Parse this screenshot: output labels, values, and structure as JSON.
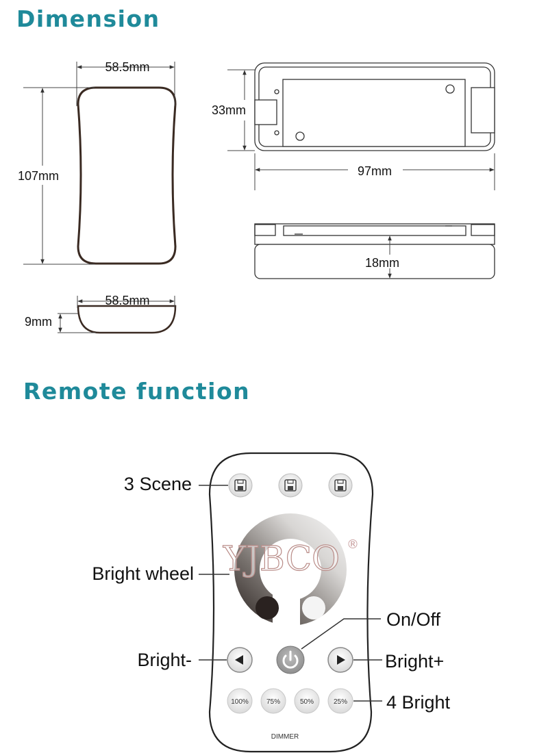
{
  "headings": {
    "dimension": "Dimension",
    "remote_function": "Remote function"
  },
  "dimensions": {
    "remote_width": "58.5mm",
    "remote_height": "107mm",
    "remote_side_width": "58.5mm",
    "remote_thickness": "9mm",
    "receiver_height": "33mm",
    "receiver_length": "97mm",
    "receiver_depth": "18mm"
  },
  "remote": {
    "brand": "YJBCO",
    "registered": "®",
    "model_label": "DIMMER",
    "bright_buttons": [
      "100%",
      "75%",
      "50%",
      "25%"
    ]
  },
  "callouts": {
    "scene": "3 Scene",
    "wheel": "Bright wheel",
    "onoff": "On/Off",
    "bright_minus": "Bright-",
    "bright_plus": "Bright+",
    "four_bright": "4 Bright"
  },
  "colors": {
    "heading": "#1f8a9a",
    "outline": "#3a2a22",
    "line": "#555555"
  }
}
